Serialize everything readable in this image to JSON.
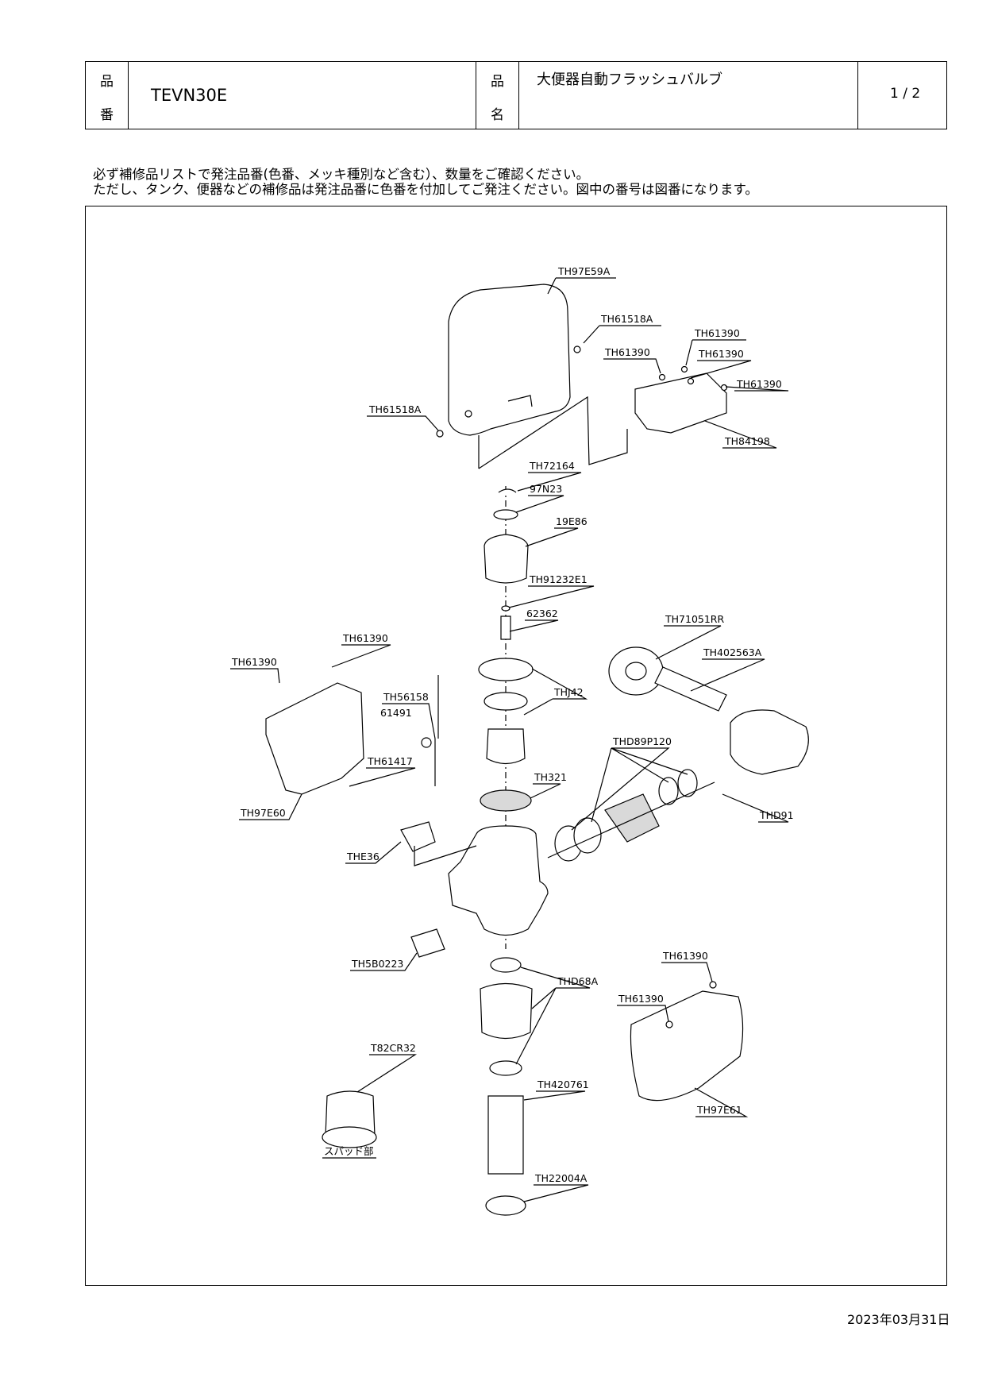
{
  "header": {
    "label_hinban_top": "品",
    "label_hinban_bottom": "番",
    "part_number": "TEVN30E",
    "label_hinmei_top": "品",
    "label_hinmei_bottom": "名",
    "product_name": "大便器自動フラッシュバルブ",
    "page": "1 / 2"
  },
  "notes": {
    "line1": "必ず補修品リストで発注品番(色番、メッキ種別など含む）、数量をご確認ください。",
    "line2": "ただし、タンク、便器などの補修品は発注品番に色番を付加してご発注ください。図中の番号は図番になります。"
  },
  "diagram": {
    "labels": {
      "th97e59a": "TH97E59A",
      "th61518a_top": "TH61518A",
      "th61518a_left": "TH61518A",
      "th61390_a": "TH61390",
      "th61390_b": "TH61390",
      "th61390_c": "TH61390",
      "th61390_d": "TH61390",
      "th84198": "TH84198",
      "th72164": "TH72164",
      "n97n23": "97N23",
      "n19e86": "19E86",
      "th91232e1": "TH91232E1",
      "n62362": "62362",
      "th71051rr": "TH71051RR",
      "th402563a": "TH402563A",
      "th61390_e": "TH61390",
      "th61390_f": "TH61390",
      "th56158": "TH56158",
      "n61491": "61491",
      "thj42": "THJ42",
      "thd89p120": "THD89P120",
      "th61417": "TH61417",
      "th321": "TH321",
      "th97e60": "TH97E60",
      "thd91": "THD91",
      "the36": "THE36",
      "th5b0223": "TH5B0223",
      "th61390_g": "TH61390",
      "thd68a": "THD68A",
      "th61390_h": "TH61390",
      "t82cr32": "T82CR32",
      "th420761": "TH420761",
      "th97e61": "TH97E61",
      "spud": "スパッド部",
      "th22004a": "TH22004A"
    }
  },
  "footer": {
    "date": "2023年03月31日"
  }
}
